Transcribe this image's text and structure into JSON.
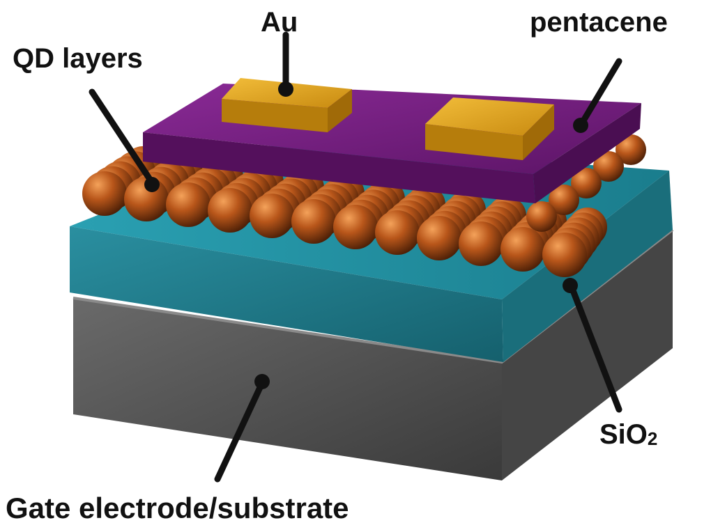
{
  "labels": {
    "au": "Au",
    "pentacene": "pentacene",
    "qd_layers": "QD layers",
    "sio2_main": "SiO",
    "sio2_sub": "2",
    "gate": "Gate electrode/substrate"
  },
  "colors": {
    "substrate": "#5a5a5a",
    "sio2": "#1f7f8f",
    "quantum_dots": "#b8561a",
    "pentacene": "#6e1a7a",
    "au": "#d9a21a",
    "pointer": "#111111"
  }
}
